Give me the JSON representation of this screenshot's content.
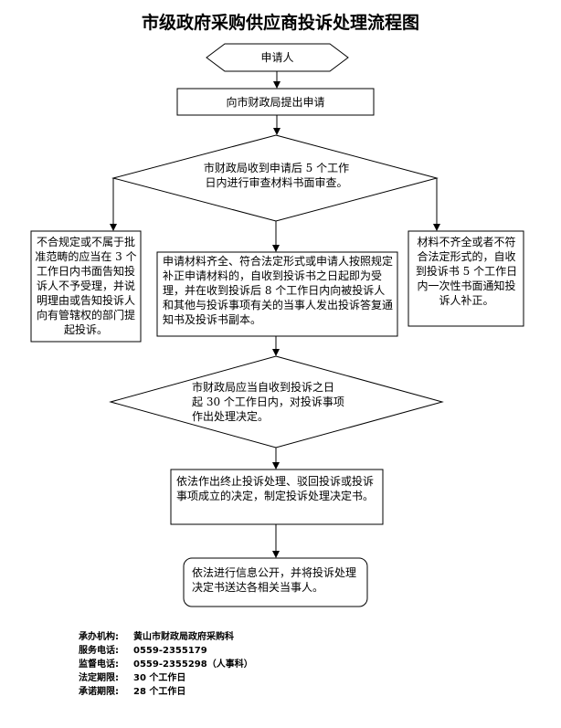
{
  "title": "市级政府采购供应商投诉处理流程图",
  "nodes": {
    "applicant": "申请人",
    "submit": "向市财政局提出申请",
    "review_l1": "市财政局收到申请后 5 个工作",
    "review_l2": "日内进行审查材料书面审查。",
    "reject": "不合规定或不属于批准范畴的应当在 3 个工作日内书面告知投诉人不予受理，并说明理由或告知投诉人向有管辖权的部门提起投诉。",
    "accept": "申请材料齐全、符合法定形式或申请人按照规定补正申请材料的，自收到投诉书之日起即为受理，并在收到投诉后 8 个工作日内向被投诉人和其他与投诉事项有关的当事人发出投诉答复通知书及投诉书副本。",
    "incomplete": "材料不齐全或者不符合法定形式的，自收到投诉书 5 个工作日内一次性书面通知投诉人补正。",
    "decide_l1": "市财政局应当自收到投诉之日",
    "decide_l2": "起 30 个工作日内，对投诉事项",
    "decide_l3": "作出处理决定。",
    "decision": "依法作出终止投诉处理、驳回投诉或投诉事项成立的决定，制定投诉处理决定书。",
    "publish": "依法进行信息公开，并将投诉处理决定书送达各相关当事人。"
  },
  "footer": {
    "org_label": "承办机构:",
    "org_value": "黄山市财政局政府采购科",
    "service_label": "服务电话:",
    "service_value": "0559-2355179",
    "supervise_label": "监督电话:",
    "supervise_value": "0559-2355298（人事科）",
    "legal_label": "法定期限:",
    "legal_value": "30 个工作日",
    "promise_label": "承诺期限:",
    "promise_value": "28 个工作日"
  }
}
